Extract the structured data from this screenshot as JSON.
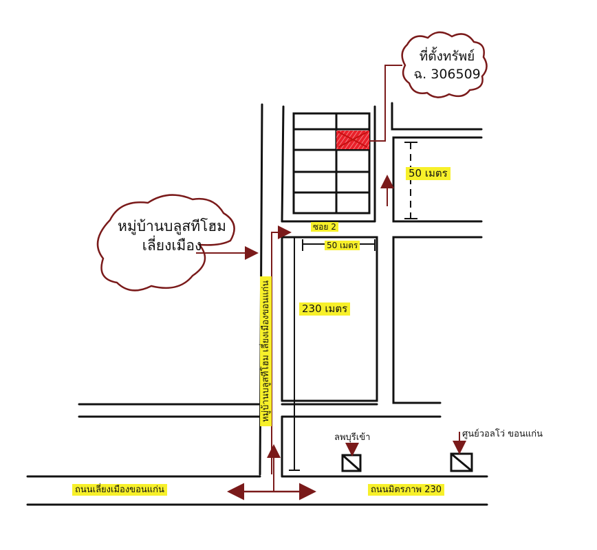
{
  "colors": {
    "ink": "#111111",
    "red_ink": "#7a1a1a",
    "plot_fill": "#e8202a",
    "highlight": "#f7f02a",
    "background": "#ffffff"
  },
  "callouts": {
    "property": {
      "line1": "ที่ตั้งทรัพย์",
      "line2": "ฉ. 306509"
    },
    "village": {
      "line1": "หมู่บ้านบลูสทีโฮม",
      "line2": "เลี่ยงเมือง"
    }
  },
  "labels": {
    "soi": "ซอย 2",
    "dist_50m_horizontal": "50 เมตร",
    "dist_50m_vertical": "50 เมตร",
    "dist_230m": "230 เมตร",
    "village_road": "หมู่บ้านบลูสทีโฮม เลี่ยงเมืองขอนแก่น",
    "landmark_left": "ลพบุรีเข้า",
    "landmark_right": "ศูนย์วอลโว่ ขอนแก่น",
    "road_left": "ถนนเลี่ยงเมืองขอนแก่น",
    "road_right": "ถนนมิตรภาพ 230"
  },
  "legend_icons": [
    "property-plot-icon",
    "direction-arrow-icon",
    "landmark-box-icon"
  ]
}
